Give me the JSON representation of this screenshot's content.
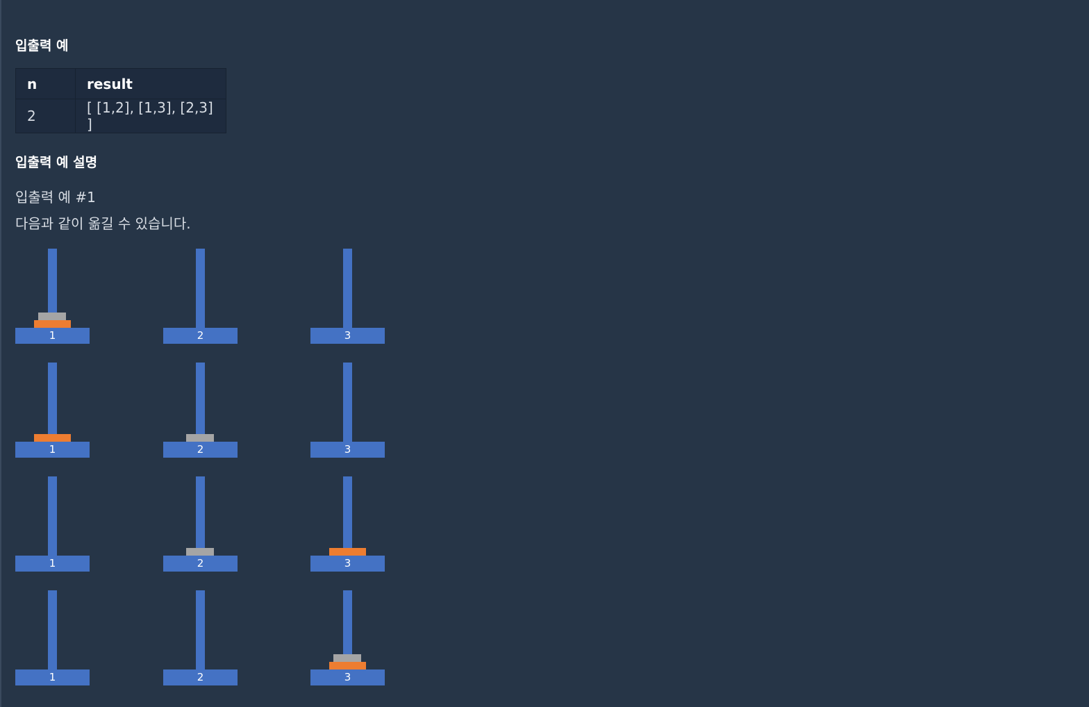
{
  "sections": {
    "example_heading": "입출력 예",
    "explanation_heading": "입출력 예 설명"
  },
  "table": {
    "headers": {
      "n": "n",
      "result": "result"
    },
    "rows": [
      {
        "n": "2",
        "result": "[ [1,2], [1,3], [2,3] ]"
      }
    ]
  },
  "explanation": {
    "example_title": "입출력 예 #1",
    "description": "다음과 같이 옮길 수 있습니다."
  },
  "figure": {
    "peg_labels": [
      "1",
      "2",
      "3"
    ],
    "colors": {
      "peg": "#4472c4",
      "large_disk": "#ed7d31",
      "small_disk": "#a5a5a5"
    },
    "states": [
      {
        "peg1": [
          "large",
          "small"
        ],
        "peg2": [],
        "peg3": []
      },
      {
        "peg1": [
          "large"
        ],
        "peg2": [
          "small"
        ],
        "peg3": []
      },
      {
        "peg1": [],
        "peg2": [
          "small"
        ],
        "peg3": [
          "large"
        ]
      },
      {
        "peg1": [],
        "peg2": [],
        "peg3": [
          "large",
          "small"
        ]
      }
    ]
  }
}
